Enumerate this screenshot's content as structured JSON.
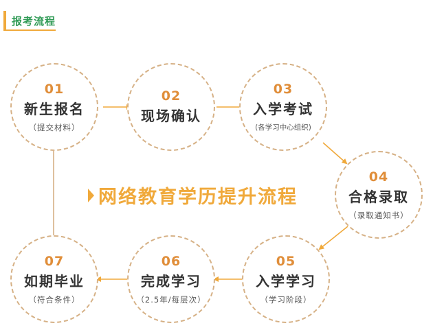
{
  "header": {
    "title": "报考流程"
  },
  "center_title": "网络教育学历提升流程",
  "steps": [
    {
      "num": "01",
      "title": "新生报名",
      "note": "（提交材料）"
    },
    {
      "num": "02",
      "title": "现场确认",
      "note": ""
    },
    {
      "num": "03",
      "title": "入学考试",
      "note": "(各学习中心组织)"
    },
    {
      "num": "04",
      "title": "合格录取",
      "note": "（录取通知书）"
    },
    {
      "num": "05",
      "title": "入学学习",
      "note": "（学习阶段）"
    },
    {
      "num": "06",
      "title": "完成学习",
      "note": "（2.5年/每层次）"
    },
    {
      "num": "07",
      "title": "如期毕业",
      "note": "（符合条件）"
    }
  ],
  "colors": {
    "accent": "#f0a93b",
    "header_text": "#2f9a55",
    "circle_border": "#d6b186",
    "number": "#e08e3a",
    "text": "#333333"
  }
}
